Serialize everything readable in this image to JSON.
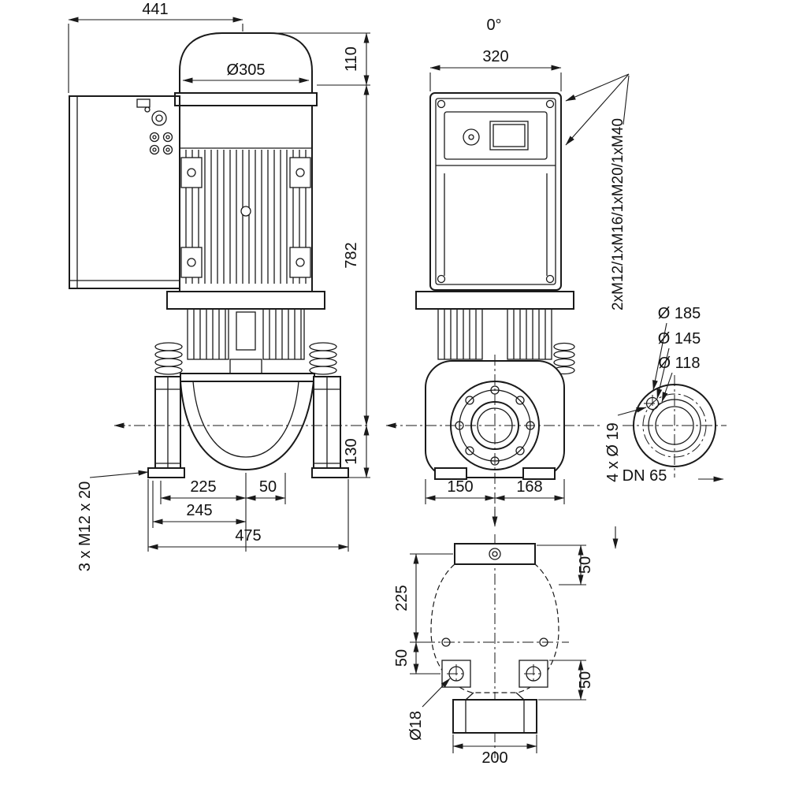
{
  "meta": {
    "title": "Inline pump dimensional drawing",
    "colors": {
      "line": "#1a1a1a",
      "background": "#ffffff",
      "text": "#111111"
    }
  },
  "side_view": {
    "width_top": "441",
    "motor_diameter": "Ø305",
    "fan_height": "110",
    "height_total": "782",
    "height_base": "130",
    "foot_width_inner": "225",
    "foot_offset": "50",
    "foot_width_outer": "245",
    "overall_length": "475",
    "foot_bolt_label": "3 x M12 x 20"
  },
  "front_view": {
    "orientation": "0°",
    "width": "320",
    "cable_glands_label": "2xM12/1xM16/1xM20/1xM40",
    "dist_left": "150",
    "dist_right": "168"
  },
  "flange_view": {
    "outer_diameter": "Ø 185",
    "bolt_circle_diameter": "Ø 145",
    "raised_face_diameter": "Ø 118",
    "bolt_holes_label": "4 x Ø 19",
    "nominal_diameter": "DN 65"
  },
  "plan_view": {
    "flange_to_port": "50",
    "port_to_axis": "225",
    "axis_to_foot": "50",
    "foot_to_base": "50",
    "foot_hole_diameter": "Ø18",
    "base_width": "200"
  }
}
